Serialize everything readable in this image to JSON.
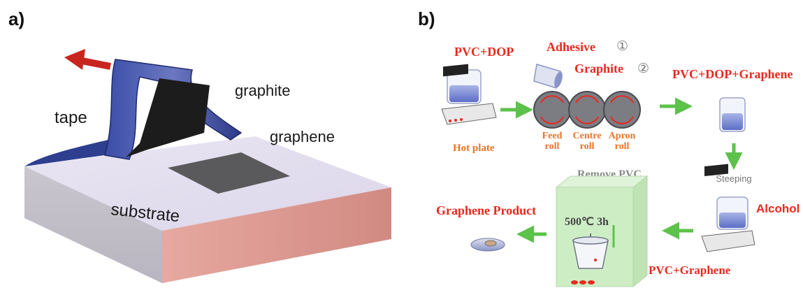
{
  "panel_a": {
    "label": "a)",
    "tape": "tape",
    "graphite": "graphite",
    "graphene": "graphene",
    "substrate": "substrate"
  },
  "panel_b": {
    "label": "b)",
    "pvc_dop": "PVC+DOP",
    "hot_plate": "Hot plate",
    "adhesive": "Adhesive",
    "adhesive_num": "①",
    "graphite": "Graphite",
    "graphite_num": "②",
    "feed_roll_1": "Feed",
    "feed_roll_2": "roll",
    "centre_roll_1": "Centre",
    "centre_roll_2": "roll",
    "apron_roll_1": "Apron",
    "apron_roll_2": "roll",
    "pvc_dop_graphene": "PVC+DOP+Graphene",
    "steeping": "Steeping",
    "alcohol": "Alcohol",
    "pvc_graphene": "PVC+Graphene",
    "remove_pvc": "Remove PVC",
    "oven_temp": "500℃ 3h",
    "graphene_product": "Graphene Product"
  },
  "colors": {
    "label_red": "#e8291e",
    "label_orange": "#e8742a",
    "arrow_green": "#5cc24a",
    "tape_blue": "#2f3f8f",
    "oven_green": "#cdeec5"
  }
}
